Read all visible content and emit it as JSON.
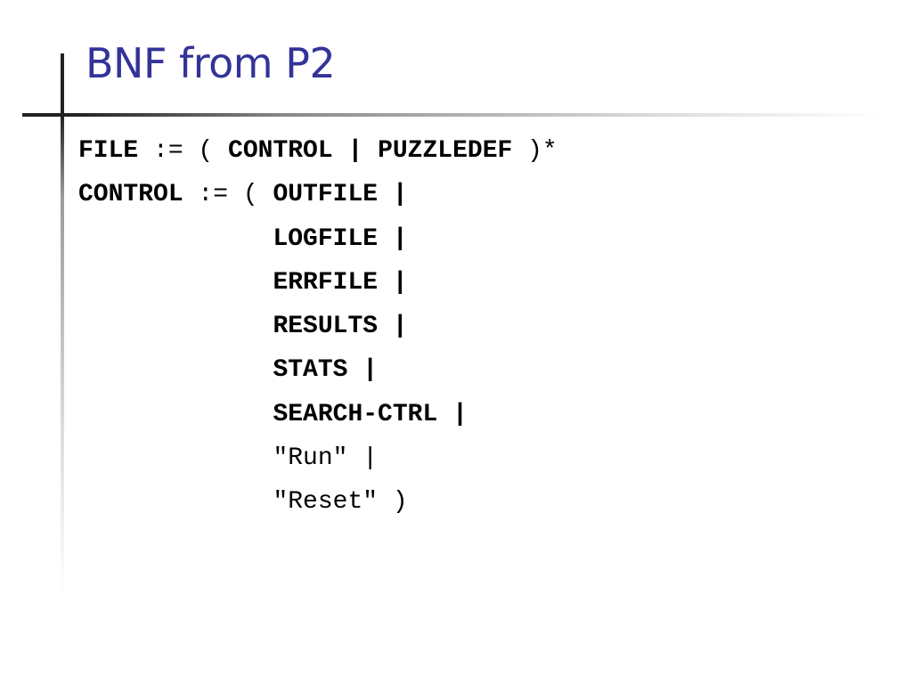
{
  "slide": {
    "title": "BNF from P2",
    "lines": [
      {
        "segments": [
          {
            "text": "FILE",
            "bold": true
          },
          {
            "text": " := ( ",
            "bold": false
          },
          {
            "text": "CONTROL | PUZZLEDEF",
            "bold": true
          },
          {
            "text": " )*",
            "bold": false
          }
        ]
      },
      {
        "segments": [
          {
            "text": "CONTROL",
            "bold": true
          },
          {
            "text": " := ( ",
            "bold": false
          },
          {
            "text": "OUTFILE |",
            "bold": true
          }
        ]
      },
      {
        "segments": [
          {
            "text": "             ",
            "bold": false
          },
          {
            "text": "LOGFILE |",
            "bold": true
          }
        ]
      },
      {
        "segments": [
          {
            "text": "             ",
            "bold": false
          },
          {
            "text": "ERRFILE |",
            "bold": true
          }
        ]
      },
      {
        "segments": [
          {
            "text": "             ",
            "bold": false
          },
          {
            "text": "RESULTS |",
            "bold": true
          }
        ]
      },
      {
        "segments": [
          {
            "text": "             ",
            "bold": false
          },
          {
            "text": "STATS |",
            "bold": true
          }
        ]
      },
      {
        "segments": [
          {
            "text": "             ",
            "bold": false
          },
          {
            "text": "SEARCH-CTRL |",
            "bold": true
          }
        ]
      },
      {
        "segments": [
          {
            "text": "             ",
            "bold": false
          },
          {
            "text": "\"Run\" |",
            "bold": false
          }
        ]
      },
      {
        "segments": [
          {
            "text": "             ",
            "bold": false
          },
          {
            "text": "\"Reset\" )",
            "bold": false
          }
        ]
      }
    ]
  }
}
